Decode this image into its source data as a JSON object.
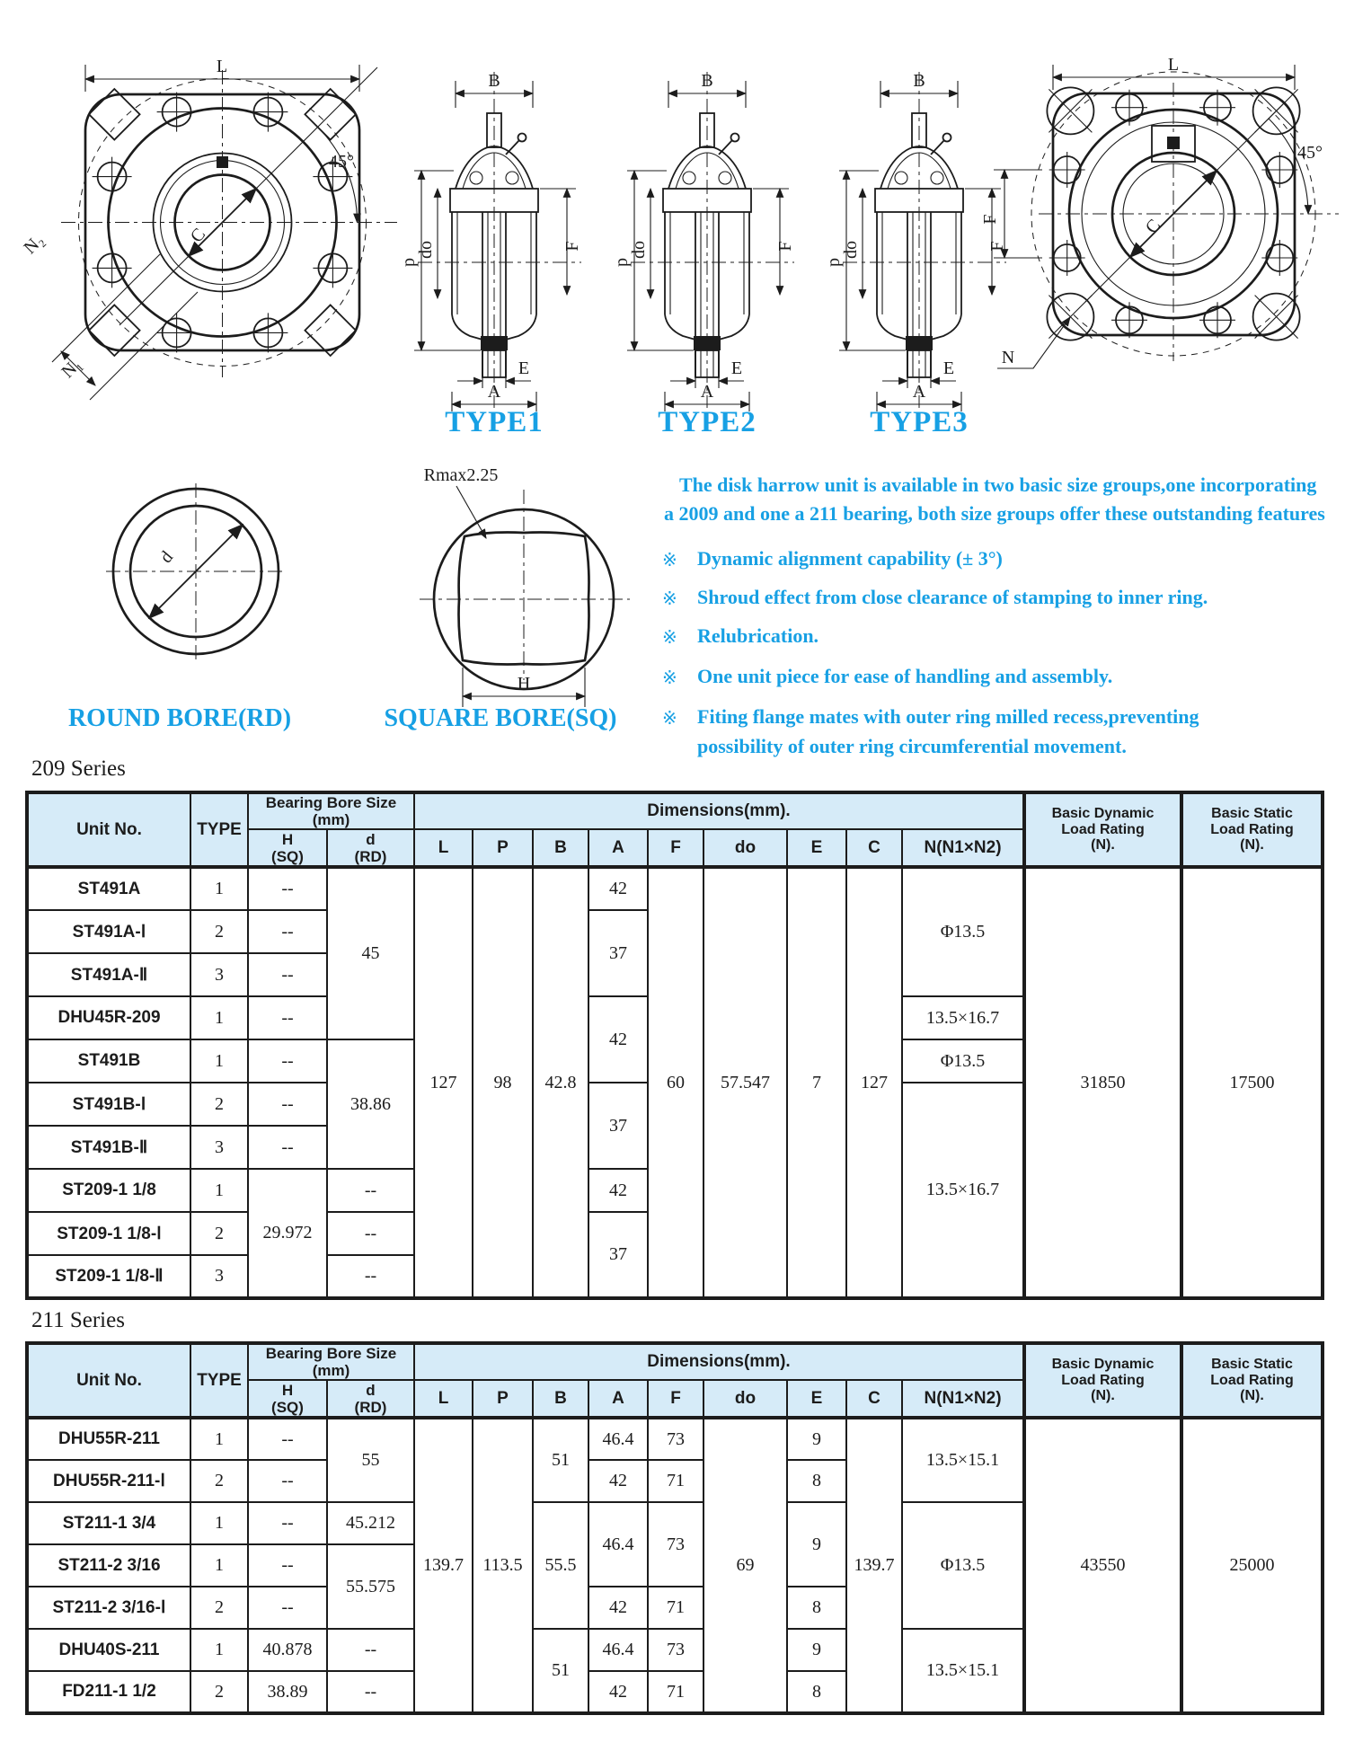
{
  "colors": {
    "accent": "#17a0e4",
    "table_header_bg": "#d6ebf8",
    "line": "#1c1c1c"
  },
  "drawings": {
    "flange_left": {
      "dim_l": "L",
      "angle": "45°",
      "n1": "N₁",
      "n2": "N₂",
      "bore": "C"
    },
    "flange_right": {
      "dim_l": "L",
      "dim_f": "F",
      "angle": "45°",
      "n": "N",
      "bore": "C"
    },
    "type_sections": {
      "dim_b": "B",
      "dim_p": "p",
      "dim_do": "do",
      "dim_f": "F",
      "dim_e": "E",
      "dim_a": "A",
      "labels": [
        "TYPE1",
        "TYPE2",
        "TYPE3"
      ]
    },
    "round_bore": {
      "title": "ROUND BORE(RD)",
      "dim_d": "d"
    },
    "square_bore": {
      "title": "SQUARE BORE(SQ)",
      "note": "Rmax2.25",
      "dim_h": "H"
    }
  },
  "intro": {
    "line1": "The disk harrow unit is available in two basic size groups,one incorporating",
    "line2": "a 2009 and one a 211 bearing, both size groups offer these outstanding features"
  },
  "features": {
    "marker": "※",
    "items": [
      [
        "Dynamic alignment capability (± 3°)"
      ],
      [
        "Shroud effect from close clearance of stamping to inner ring."
      ],
      [
        "Relubrication."
      ],
      [
        "One unit piece for ease of handling and assembly."
      ],
      [
        "Fiting flange mates with outer ring milled recess,preventing",
        "possibility of outer ring circumferential movement."
      ]
    ]
  },
  "table_header": {
    "unit_no": "Unit No.",
    "type": "TYPE",
    "bore_group_l1": "Bearing Bore Size",
    "bore_group_l2": "(mm)",
    "h_l1": "H",
    "h_l2": "(SQ)",
    "d_l1": "d",
    "d_l2": "(RD)",
    "dims_group": "Dimensions(mm).",
    "col_l": "L",
    "col_p": "P",
    "col_b": "B",
    "col_a": "A",
    "col_f": "F",
    "col_do": "do",
    "col_e": "E",
    "col_c": "C",
    "col_n": "N(N1×N2)",
    "dyn_l1": "Basic Dynamic",
    "dyn_l2": "Load Rating",
    "dyn_l3": "(N).",
    "stat_l1": "Basic Static",
    "stat_l2": "Load Rating",
    "stat_l3": "(N)."
  },
  "s209": {
    "title": "209 Series",
    "rows": [
      {
        "unit": "ST491A",
        "type": "1",
        "h": "--",
        "d": "45",
        "l": "127",
        "p": "98",
        "b": "42.8",
        "a": "42",
        "f": "60",
        "do": "57.547",
        "e": "7",
        "c": "127",
        "n": "Φ13.5",
        "dyn": "31850",
        "stat": "17500"
      },
      {
        "unit": "ST491A-Ⅰ",
        "type": "2",
        "h": "--",
        "a": "37"
      },
      {
        "unit": "ST491A-Ⅱ",
        "type": "3",
        "h": "--"
      },
      {
        "unit": "DHU45R-209",
        "type": "1",
        "h": "--",
        "a": "42",
        "n": "13.5×16.7"
      },
      {
        "unit": "ST491B",
        "type": "1",
        "h": "--",
        "d": "38.86",
        "n": "Φ13.5"
      },
      {
        "unit": "ST491B-Ⅰ",
        "type": "2",
        "h": "--",
        "a": "37",
        "n": "13.5×16.7"
      },
      {
        "unit": "ST491B-Ⅱ",
        "type": "3",
        "h": "--"
      },
      {
        "unit": "ST209-1 1/8",
        "type": "1",
        "h": "29.972",
        "d": "--",
        "a": "42"
      },
      {
        "unit": "ST209-1 1/8-Ⅰ",
        "type": "2",
        "d": "--",
        "a": "37"
      },
      {
        "unit": "ST209-1 1/8-Ⅱ",
        "type": "3",
        "d": "--"
      }
    ]
  },
  "s211": {
    "title": "211 Series",
    "rows": [
      {
        "unit": "DHU55R-211",
        "type": "1",
        "h": "--",
        "d": "55",
        "l": "139.7",
        "p": "113.5",
        "b": "51",
        "a": "46.4",
        "f": "73",
        "do": "69",
        "e": "9",
        "c": "139.7",
        "n": "13.5×15.1",
        "dyn": "43550",
        "stat": "25000"
      },
      {
        "unit": "DHU55R-211-Ⅰ",
        "type": "2",
        "h": "--",
        "a": "42",
        "f": "71",
        "e": "8"
      },
      {
        "unit": "ST211-1 3/4",
        "type": "1",
        "h": "--",
        "d": "45.212",
        "b": "55.5",
        "a": "46.4",
        "f": "73",
        "e": "9",
        "n": "Φ13.5"
      },
      {
        "unit": "ST211-2 3/16",
        "type": "1",
        "h": "--",
        "d": "55.575"
      },
      {
        "unit": "ST211-2 3/16-Ⅰ",
        "type": "2",
        "h": "--",
        "a": "42",
        "f": "71",
        "e": "8"
      },
      {
        "unit": "DHU40S-211",
        "type": "1",
        "h": "40.878",
        "d": "--",
        "b": "51",
        "a": "46.4",
        "f": "73",
        "e": "9",
        "n": "13.5×15.1"
      },
      {
        "unit": "FD211-1 1/2",
        "type": "2",
        "h": "38.89",
        "d": "--",
        "a": "42",
        "f": "71",
        "e": "8"
      }
    ]
  }
}
